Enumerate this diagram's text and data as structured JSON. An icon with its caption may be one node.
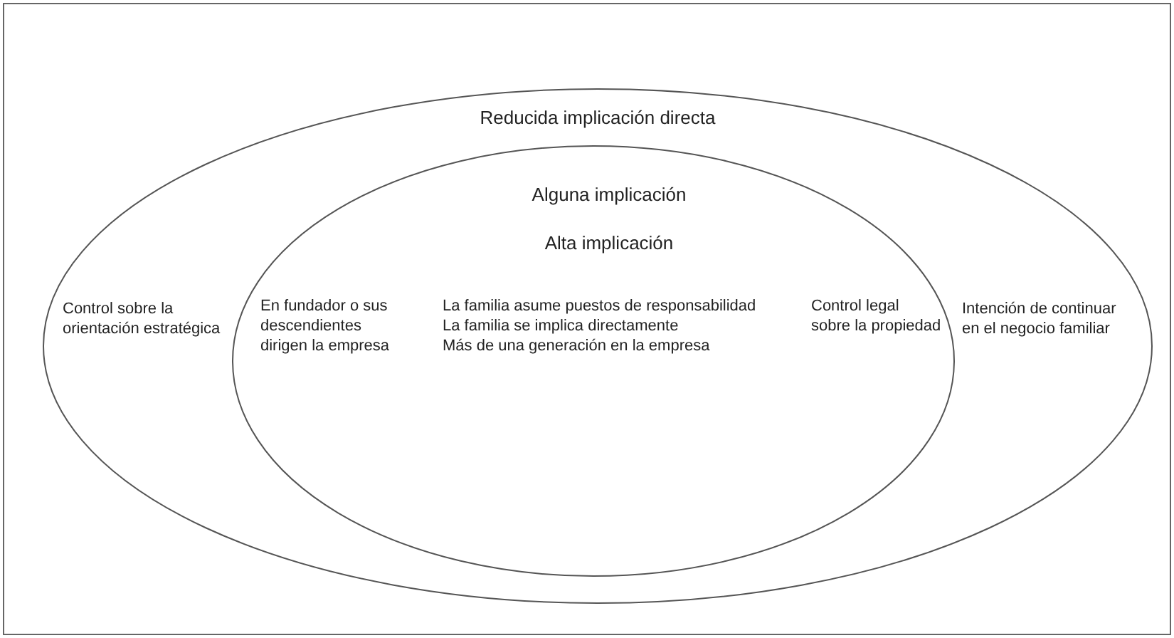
{
  "diagram": {
    "nodes": [
      {
        "text": [
          "Reducida implicación directa",
          "Control sobre la orientación estratégica",
          "Intención de continuar en el negocio familiar"
        ]
      },
      {
        "text": [
          "Alguna implicación",
          "Alta implicación",
          "En fundador o sus descendientes dirigen la empresa",
          "La familia asume puestos de responsabilidad",
          "La familia se implica directamente",
          "Más de una generación en la empresa",
          "Control legal sobre la propiedad"
        ],
        "in": 0
      }
    ]
  }
}
